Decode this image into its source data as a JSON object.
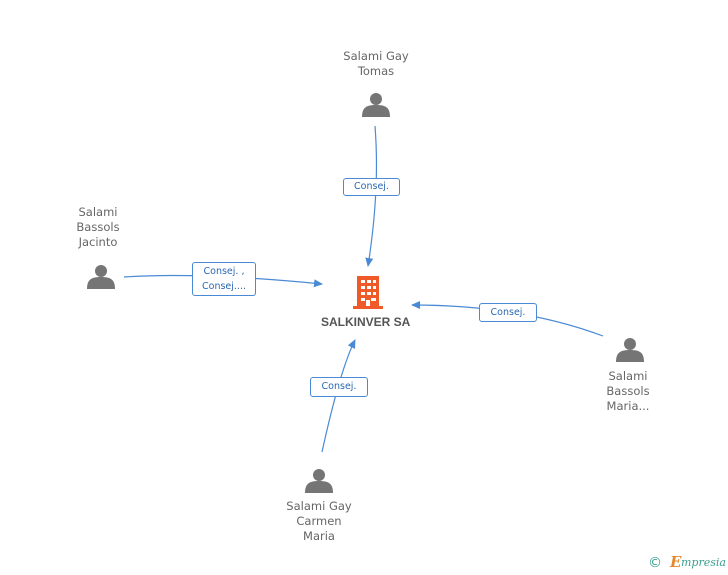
{
  "company": {
    "name": "SALKINVER SA"
  },
  "people": [
    {
      "id": "tomas",
      "lines": [
        "Salami Gay",
        "Tomas"
      ]
    },
    {
      "id": "jacinto",
      "lines": [
        "Salami",
        "Bassols",
        "Jacinto"
      ]
    },
    {
      "id": "maria",
      "lines": [
        "Salami",
        "Bassols",
        "Maria..."
      ]
    },
    {
      "id": "carmen",
      "lines": [
        "Salami Gay",
        "Carmen",
        "Maria"
      ]
    }
  ],
  "relations": [
    {
      "from": "tomas",
      "lines": [
        "Consej."
      ]
    },
    {
      "from": "jacinto",
      "lines": [
        "Consej. ,",
        "Consej...."
      ]
    },
    {
      "from": "maria",
      "lines": [
        "Consej."
      ]
    },
    {
      "from": "carmen",
      "lines": [
        "Consej."
      ]
    }
  ],
  "footer": {
    "copyright": "©",
    "brand_initial": "E",
    "brand_rest": "mpresia"
  },
  "colors": {
    "edge": "#4a8ad4",
    "person_icon": "#757575",
    "company_icon": "#f05a28",
    "label": "#666666"
  },
  "icons": {
    "person": "person-icon",
    "company": "building-icon"
  }
}
